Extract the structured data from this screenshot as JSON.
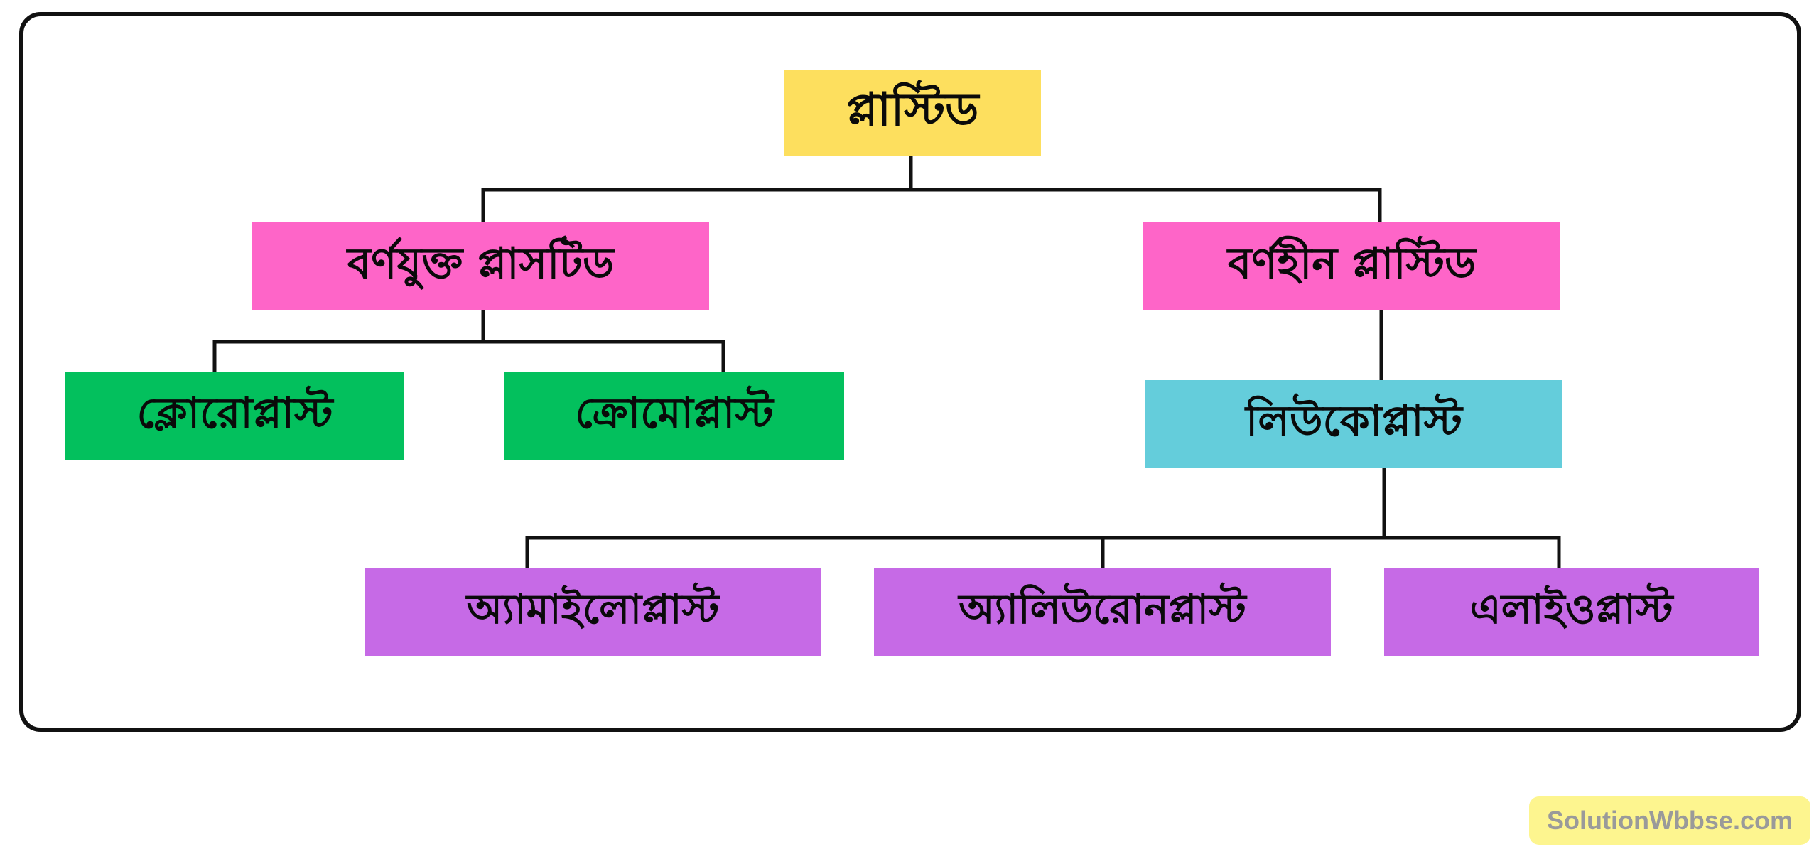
{
  "colors": {
    "root": "#fddf5e",
    "category": "#fe65c8",
    "leaf_green": "#03c05d",
    "leuco": "#64cddb",
    "leuco_child": "#c66ae6",
    "line": "#111111",
    "watermark_bg": "#fdf58f"
  },
  "diagram": {
    "root": "প্লাস্টিড",
    "pigmented": "বর্ণযুক্ত প্লাসটিড",
    "non_pigmented": "বর্ণহীন প্লাস্টিড",
    "chloroplast": "ক্লোরোপ্লাস্ট",
    "chromoplast": "ক্রোমোপ্লাস্ট",
    "leucoplast": "লিউকোপ্লাস্ট",
    "amyloplast": "অ্যামাইলোপ্লাস্ট",
    "aleuroplast": "অ্যালিউরোনপ্লাস্ট",
    "elaioplast": "এলাইওপ্লাস্ট"
  },
  "watermark": "SolutionWbbse.com"
}
